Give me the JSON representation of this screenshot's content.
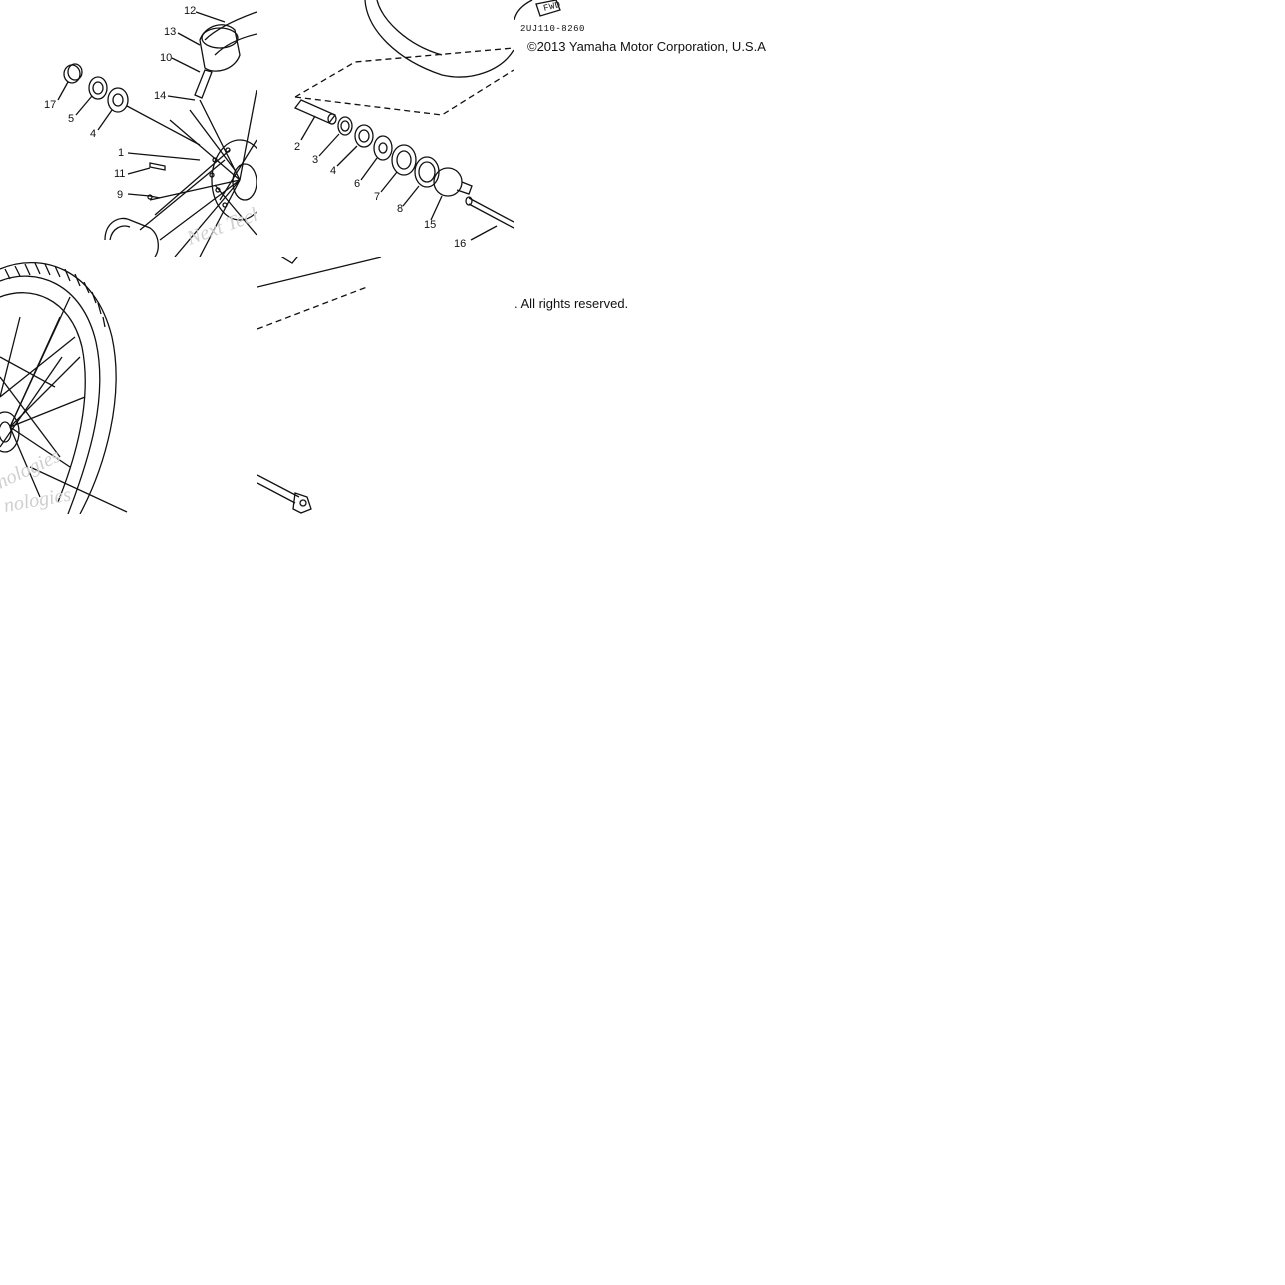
{
  "diagram": {
    "drawing_code": "2UJ110-8260",
    "fwd_label": "FWD",
    "copyright_line1": "©2013 Yamaha Motor Corporation, U.S.A",
    "copyright_line2": ". All rights reserved.",
    "watermarks": [
      "Next Tech",
      "nologies",
      "nologies"
    ],
    "callouts": {
      "c12": "12",
      "c13": "13",
      "c10": "10",
      "c14": "14",
      "c17": "17",
      "c5": "5",
      "c4a": "4",
      "c1": "1",
      "c11": "11",
      "c9": "9",
      "c2": "2",
      "c3": "3",
      "c4b": "4",
      "c6": "6",
      "c7": "7",
      "c8": "8",
      "c15": "15",
      "c16": "16"
    }
  }
}
